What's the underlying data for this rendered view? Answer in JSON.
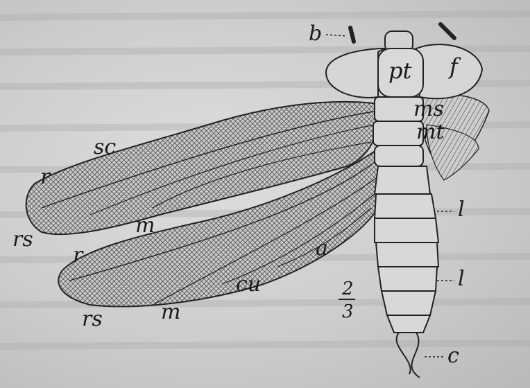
{
  "figure": {
    "labels": {
      "b": "b",
      "pt": "pt",
      "f": "f",
      "ms": "ms",
      "mt": "mt",
      "sc": "sc",
      "r_upper": "r",
      "rs_upper": "rs",
      "m_upper": "m",
      "r_lower": "r",
      "a": "a",
      "cu": "cu",
      "rs_lower": "rs",
      "m_lower": "m",
      "l_upper": "l",
      "l_lower": "l",
      "c": "c",
      "scale_num": "2",
      "scale_den": "3"
    }
  }
}
